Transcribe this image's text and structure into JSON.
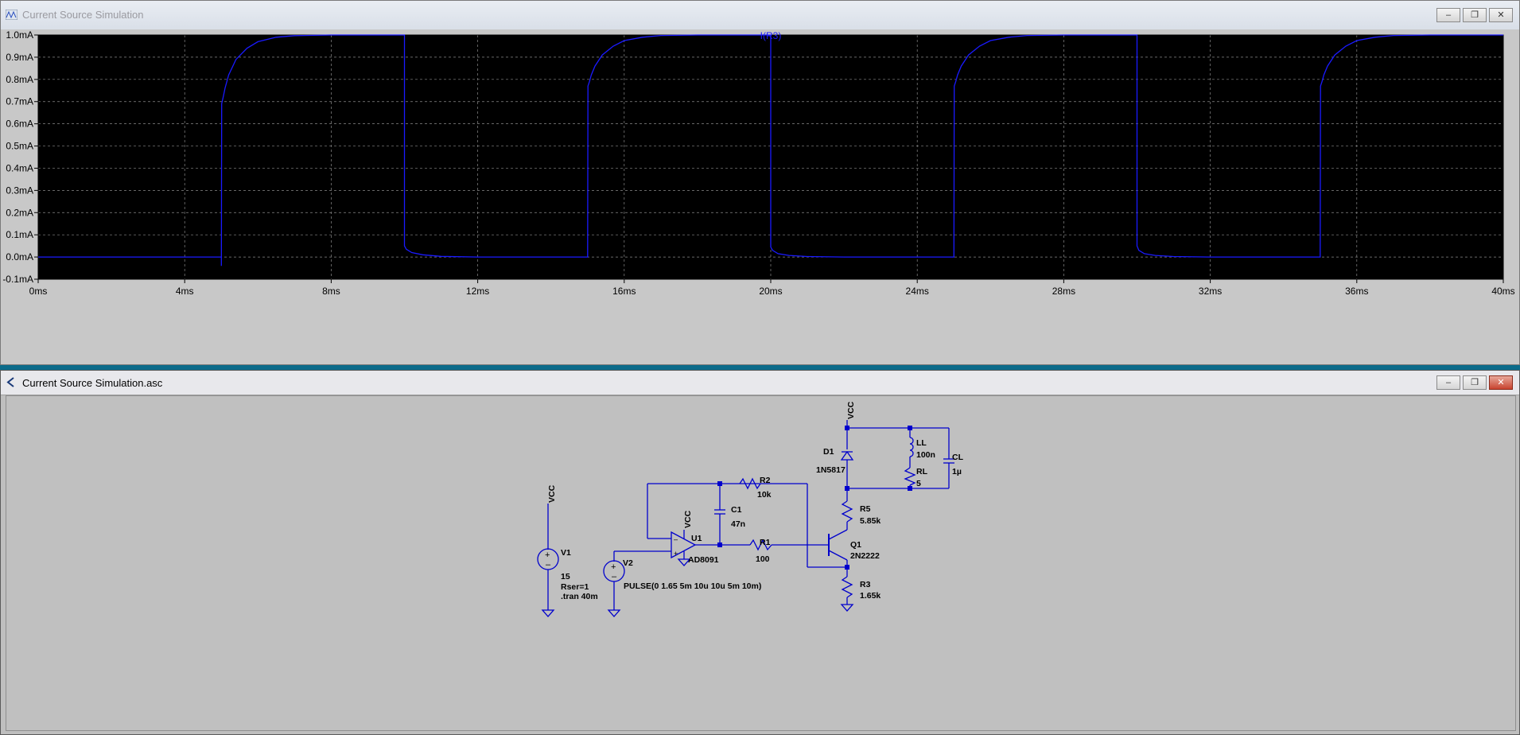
{
  "plot_window": {
    "title": "Current Source Simulation",
    "controls": {
      "minimize": "–",
      "restore": "❐",
      "close": "✕"
    }
  },
  "schematic_window": {
    "title": "Current Source Simulation.asc",
    "controls": {
      "minimize": "–",
      "restore": "❐",
      "close": "✕"
    }
  },
  "chart_data": {
    "type": "line",
    "title": "",
    "trace_label": "I(R3)",
    "xlabel": "",
    "ylabel": "",
    "xlim": [
      0,
      40
    ],
    "ylim": [
      -0.1,
      1.0
    ],
    "x_ticks": [
      "0ms",
      "4ms",
      "8ms",
      "12ms",
      "16ms",
      "20ms",
      "24ms",
      "28ms",
      "32ms",
      "36ms",
      "40ms"
    ],
    "y_ticks": [
      "1.0mA",
      "0.9mA",
      "0.8mA",
      "0.7mA",
      "0.6mA",
      "0.5mA",
      "0.4mA",
      "0.3mA",
      "0.2mA",
      "0.1mA",
      "0.0mA",
      "-0.1mA"
    ],
    "grid": true,
    "colors": {
      "background": "#000000",
      "trace": "#1a1aff",
      "grid": "#8a8a8a",
      "axis_text": "#ffffff"
    },
    "series": [
      {
        "name": "I(R3)",
        "x": [
          0,
          5.0,
          5.0,
          5.01,
          5.05,
          5.1,
          5.2,
          5.4,
          5.7,
          6.0,
          6.5,
          7.0,
          8.0,
          10.0,
          10.0,
          10.05,
          10.2,
          10.5,
          11.0,
          12.0,
          15.0,
          15.0,
          15.01,
          15.05,
          15.1,
          15.2,
          15.4,
          15.7,
          16.0,
          16.5,
          17.0,
          18.0,
          20.0,
          20.0,
          20.05,
          20.2,
          20.5,
          21.0,
          22.0,
          25.0,
          25.01,
          25.05,
          25.1,
          25.2,
          25.4,
          25.7,
          26.0,
          26.5,
          27.0,
          28.0,
          30.0,
          30.0,
          30.05,
          30.2,
          30.5,
          31.0,
          32.0,
          35.0,
          35.01,
          35.05,
          35.1,
          35.2,
          35.4,
          35.7,
          36.0,
          36.5,
          37.0,
          38.0,
          40.0
        ],
        "y": [
          0,
          0,
          -0.04,
          0.69,
          0.72,
          0.76,
          0.82,
          0.89,
          0.94,
          0.97,
          0.99,
          0.997,
          1.0,
          1.0,
          0.05,
          0.035,
          0.02,
          0.01,
          0.003,
          0.0,
          0.0,
          0.0,
          0.77,
          0.79,
          0.82,
          0.86,
          0.91,
          0.95,
          0.975,
          0.99,
          0.998,
          1.0,
          1.0,
          0.045,
          0.03,
          0.015,
          0.007,
          0.002,
          0.0,
          0.0,
          0.77,
          0.79,
          0.82,
          0.86,
          0.91,
          0.95,
          0.975,
          0.99,
          0.998,
          1.0,
          1.0,
          0.05,
          0.03,
          0.015,
          0.007,
          0.002,
          0.0,
          0.0,
          0.77,
          0.79,
          0.82,
          0.86,
          0.91,
          0.95,
          0.975,
          0.99,
          0.998,
          1.0,
          1.0
        ]
      }
    ]
  },
  "schematic": {
    "labels": {
      "vcc1": "VCC",
      "vcc2": "VCC",
      "vcc3": "VCC",
      "v1_name": "V1",
      "v1_value": "15",
      "v1_rser": "Rser=1",
      "tran": ".tran 40m",
      "v2_name": "V2",
      "v2_value": "PULSE(0 1.65 5m 10u 10u 5m 10m)",
      "u1_name": "U1",
      "u1_value": "AD8091",
      "c1_name": "C1",
      "c1_value": "47n",
      "r1_name": "R1",
      "r1_value": "100",
      "r2_name": "R2",
      "r2_value": "10k",
      "q1_name": "Q1",
      "q1_value": "2N2222",
      "r3_name": "R3",
      "r3_value": "1.65k",
      "r5_name": "R5",
      "r5_value": "5.85k",
      "d1_name": "D1",
      "d1_value": "1N5817",
      "ll_name": "LL",
      "ll_value": "100n",
      "rl_name": "RL",
      "rl_value": "5",
      "cl_name": "CL",
      "cl_value": "1µ"
    },
    "colors": {
      "wire": "#0000cc",
      "text": "#000000",
      "canvas": "#c0c0c0"
    }
  }
}
